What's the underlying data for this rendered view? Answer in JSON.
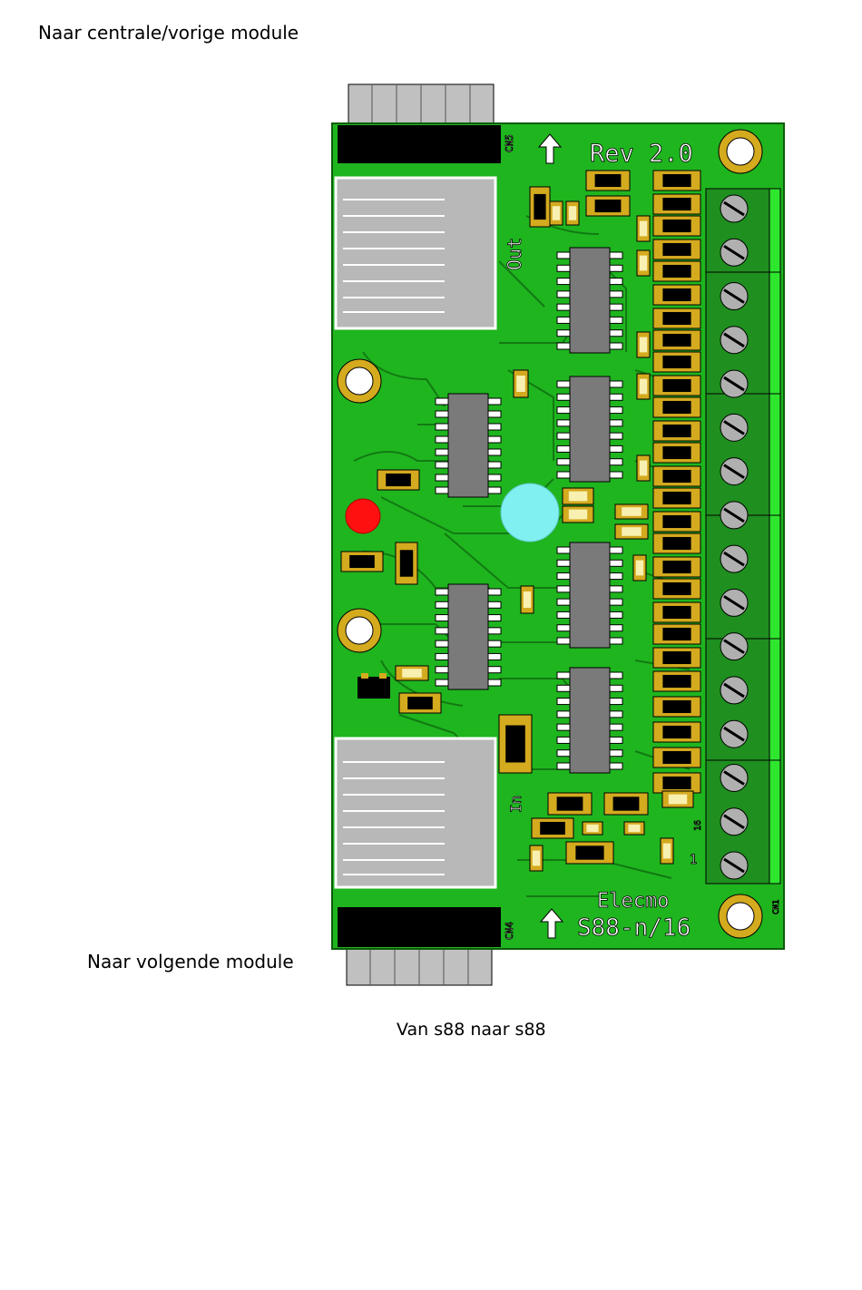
{
  "captions": {
    "top": "Naar centrale/vorige module",
    "next": "Naar volgende module",
    "bottom": "Van s88 naar s88"
  },
  "board": {
    "rev_label": "Rev 2.0",
    "brand_label": "Elecmo",
    "model_label": "S88-n/16",
    "out_label": "Out",
    "in_label": "In",
    "cn_top_label": "CN5",
    "cn_bottom_label": "CN4",
    "cn_side_label": "CN1",
    "pin_16_label": "16",
    "pin_1_label": "1",
    "terminal_count": 16,
    "colors": {
      "pcb": "#1fb51f",
      "trace": "#127a12",
      "terminal_block": "#1f8f1f",
      "terminal_edge": "#2ee62e",
      "pad": "#d4aa1e",
      "led_red": "#ff1010",
      "led_cyan": "#80f0f0",
      "connector_gray": "#c0c0c0",
      "connector_black": "#000000"
    }
  }
}
